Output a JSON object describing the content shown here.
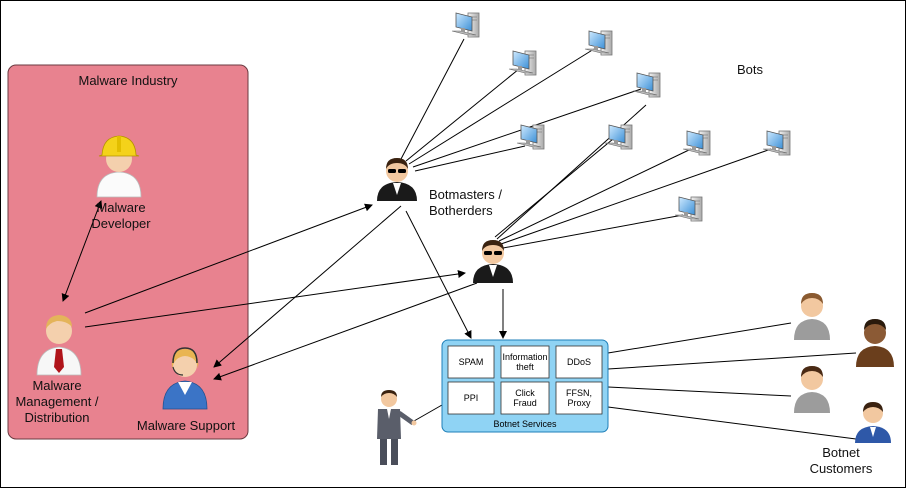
{
  "industry": {
    "title": "Malware Industry",
    "developer": "Malware\nDeveloper",
    "management": "Malware\nManagement /\nDistribution",
    "support": "Malware Support",
    "background": "#e8828f"
  },
  "bots_label": "Bots",
  "botmasters_label": "Botmasters /\nBotherders",
  "services": {
    "title": "Botnet Services",
    "items": [
      "SPAM",
      "Information\ntheft",
      "DDoS",
      "PPI",
      "Click\nFraud",
      "FFSN,\nProxy"
    ],
    "background": "#8fd3f4"
  },
  "customers_label": "Botnet\nCustomers"
}
